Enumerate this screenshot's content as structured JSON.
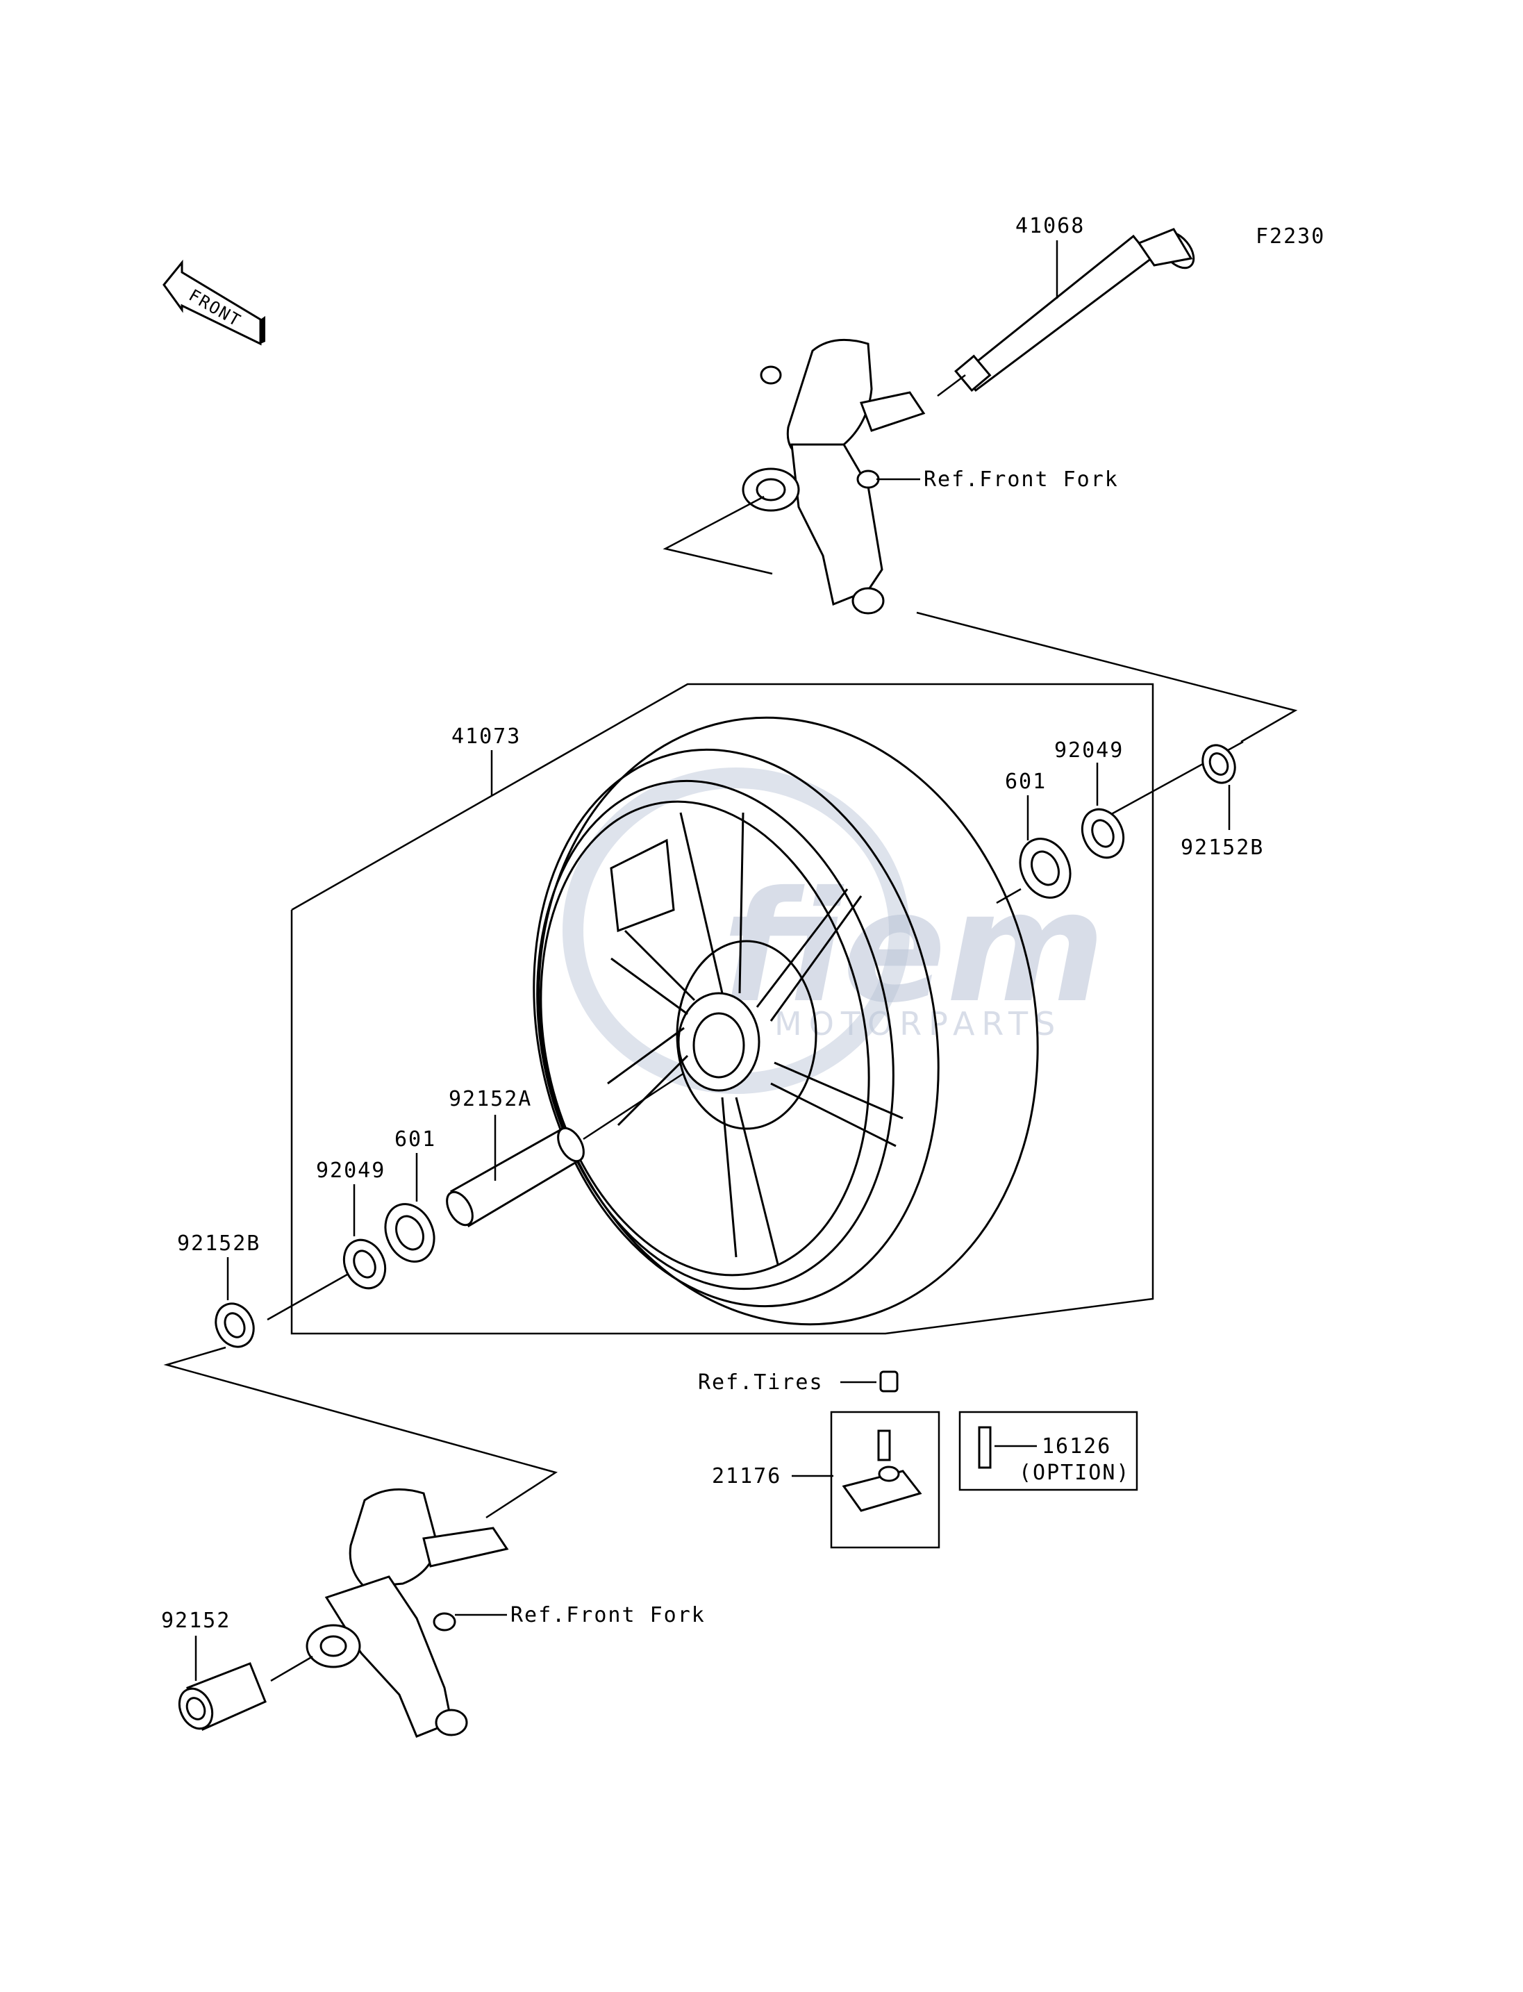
{
  "figure_code": "F2230",
  "direction_tag": "FRONT",
  "watermark": {
    "brand": "fiem",
    "sub": "MOTORPARTS",
    "color": "#b9c3d6"
  },
  "callouts": {
    "axle": "41068",
    "fork_top": "Ref.Front Fork",
    "wheel": "41073",
    "seal_right": "92049",
    "bearing_right": "601",
    "collar_right": "92152B",
    "spacer": "92152A",
    "bearing_left": "601",
    "seal_left": "92049",
    "collar_left": "92152B",
    "tires": "Ref.Tires",
    "valve": "21176",
    "option_part": "16126",
    "option_note": "(OPTION)",
    "collar_fork": "92152",
    "fork_bottom": "Ref.Front Fork"
  }
}
